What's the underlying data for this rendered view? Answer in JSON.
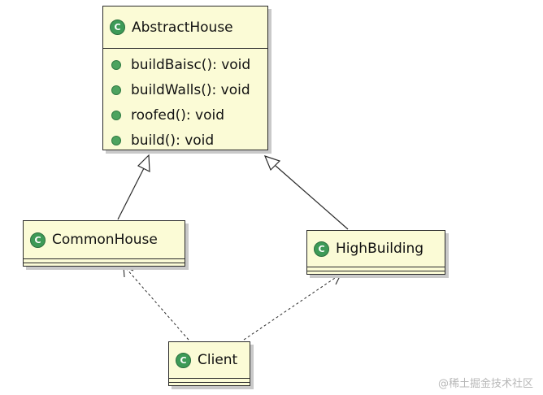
{
  "classes": {
    "abstract_house": {
      "name": "AbstractHouse",
      "icon": "class-icon",
      "methods": [
        "buildBaisc(): void",
        "buildWalls(): void",
        "roofed(): void",
        "build(): void"
      ]
    },
    "common_house": {
      "name": "CommonHouse",
      "icon": "class-icon"
    },
    "high_building": {
      "name": "HighBuilding",
      "icon": "class-icon"
    },
    "client": {
      "name": "Client",
      "icon": "class-icon"
    }
  },
  "relations": [
    {
      "from": "CommonHouse",
      "to": "AbstractHouse",
      "type": "generalization"
    },
    {
      "from": "HighBuilding",
      "to": "AbstractHouse",
      "type": "generalization"
    },
    {
      "from": "Client",
      "to": "CommonHouse",
      "type": "dependency"
    },
    {
      "from": "Client",
      "to": "HighBuilding",
      "type": "dependency"
    }
  ],
  "watermark": "@稀土掘金技术社区",
  "colors": {
    "class_fill": "#fbfbd6",
    "border": "#2a2a2a",
    "icon_green": "#3d9a57"
  }
}
